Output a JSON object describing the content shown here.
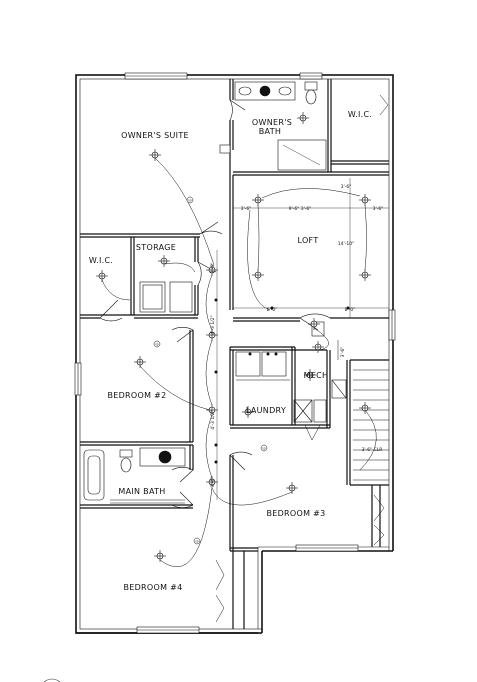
{
  "rooms": {
    "owners_suite": "OWNER'S SUITE",
    "owners_bath_line1": "OWNER'S",
    "owners_bath_line2": "BATH",
    "wic_owner": "W.I.C.",
    "wic_left": "W.I.C.",
    "storage": "STORAGE",
    "loft": "LOFT",
    "bedroom2": "BEDROOM #2",
    "laundry": "LAUNDRY",
    "mech_line1": "MECH",
    "bedroom3": "BEDROOM #3",
    "main_bath": "MAIN BATH",
    "bedroom4": "BEDROOM #4"
  },
  "dimensions": {
    "loft_left": "3'-6\"",
    "loft_center": "9'-6\" 3'-6\"",
    "loft_right": "3'-6\"",
    "loft_side_top": "3'-6\"",
    "loft_side": "14'-10\"",
    "hall_mid": "8'-0\"",
    "hall_mid2": "8'-0\"",
    "hall_v1": "3'-6\"",
    "hall_v2": "4'-3 1/2\"",
    "hall_v3": "4'-3 1/2\"",
    "hall_v4": "3'-6\"",
    "stair_note": "3'-6\" CLR"
  },
  "fixtures": {
    "circle_labels": [
      "SD",
      "SD",
      "SD",
      "SD",
      "SD",
      "SD"
    ]
  }
}
